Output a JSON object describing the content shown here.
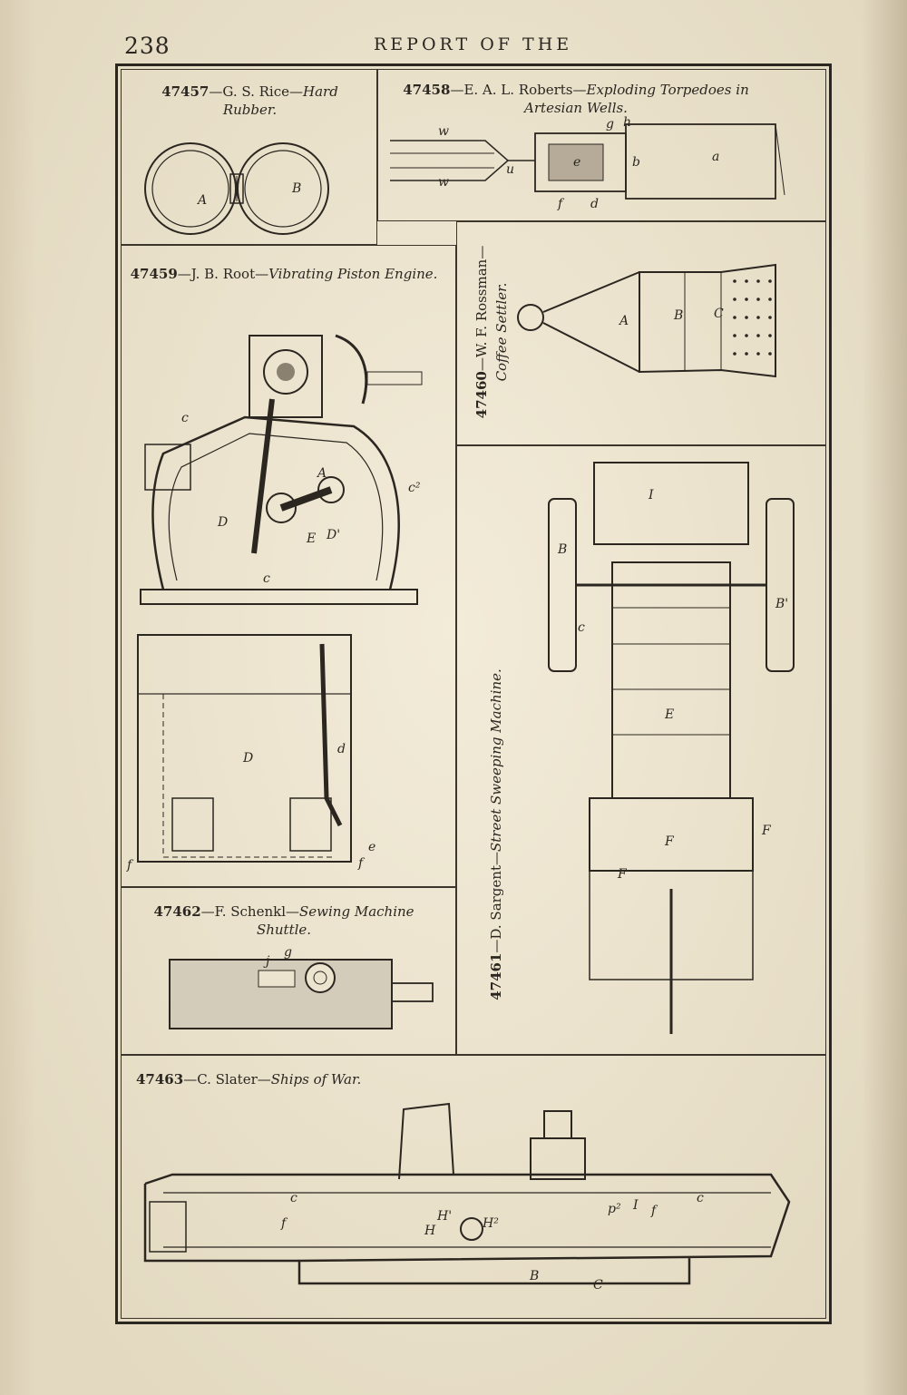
{
  "header": {
    "page_number": "238",
    "running_title": "REPORT OF THE"
  },
  "figures": [
    {
      "id": "fig-47457",
      "number": "47457",
      "inventor": "—G. S. Rice—",
      "title": "Hard Rubber.",
      "labels": [
        "A",
        "B"
      ]
    },
    {
      "id": "fig-47458",
      "number": "47458",
      "inventor": "—E. A. L. Roberts—",
      "title": "Exploding Torpedoes in Artesian Wells.",
      "labels": [
        "w",
        "w",
        "u",
        "g",
        "h",
        "e",
        "b",
        "a",
        "f",
        "d"
      ]
    },
    {
      "id": "fig-47459",
      "number": "47459",
      "inventor": "—J. B. Root—",
      "title": "Vibrating Piston Engine.",
      "labels": [
        "c",
        "A",
        "c²",
        "D",
        "E",
        "D'",
        "c",
        "D",
        "d",
        "e",
        "f",
        "f"
      ]
    },
    {
      "id": "fig-47460",
      "number": "47460",
      "inventor": "—W. F. Rossman—",
      "title": "Coffee Settler.",
      "labels": [
        "A",
        "B",
        "C"
      ]
    },
    {
      "id": "fig-47461",
      "number": "47461",
      "inventor": "—D. Sargent—",
      "title": "Street Sweeping Machine.",
      "labels": [
        "I",
        "B",
        "B'",
        "c",
        "E",
        "F",
        "F",
        "F"
      ]
    },
    {
      "id": "fig-47462",
      "number": "47462",
      "inventor": "—F. Schenkl—",
      "title": "Sewing Machine Shuttle.",
      "labels": [
        "j",
        "g"
      ]
    },
    {
      "id": "fig-47463",
      "number": "47463",
      "inventor": "—C. Slater—",
      "title": "Ships of War.",
      "labels": [
        "c",
        "f",
        "H'",
        "H",
        "H²",
        "p²",
        "I",
        "f",
        "c",
        "B",
        "C"
      ]
    }
  ]
}
